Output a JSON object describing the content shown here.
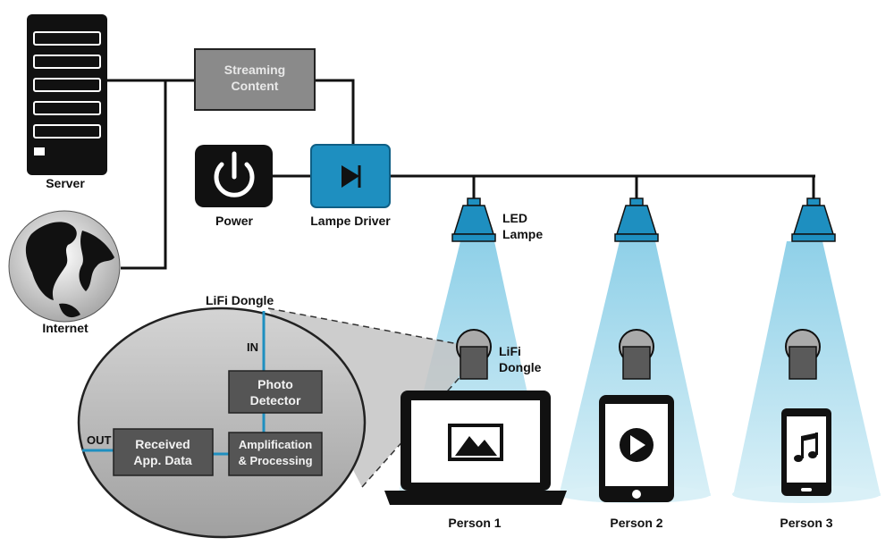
{
  "labels": {
    "server": "Server",
    "internet": "Internet",
    "streaming_line1": "Streaming",
    "streaming_line2": "Content",
    "power": "Power",
    "lamp_driver": "Lampe Driver",
    "led_line1": "LED",
    "led_line2": "Lampe",
    "lifi_line1": "LiFi",
    "lifi_line2": "Dongle",
    "lifi_dongle_title": "LiFi Dongle",
    "in": "IN",
    "out": "OUT",
    "photo_line1": "Photo",
    "photo_line2": "Detector",
    "amp_line1": "Amplification",
    "amp_line2": "& Processing",
    "recv_line1": "Received",
    "recv_line2": "App. Data",
    "person1": "Person 1",
    "person2": "Person 2",
    "person3": "Person 3"
  },
  "colors": {
    "line": "#111111",
    "accent": "#1e8fc0",
    "beam": "#c7e7f2",
    "box_gray": "#7a7a7a",
    "dark_box": "#4a4a4a",
    "bubble": "#b8b8b8"
  },
  "icons": {
    "server": "server-rack-icon",
    "globe": "globe-icon",
    "power": "power-icon",
    "driver": "play-triangle-icon",
    "lamp": "pendant-lamp-icon",
    "dongle": "dongle-icon",
    "laptop": "laptop-icon",
    "tablet": "tablet-icon",
    "phone": "phone-icon"
  }
}
